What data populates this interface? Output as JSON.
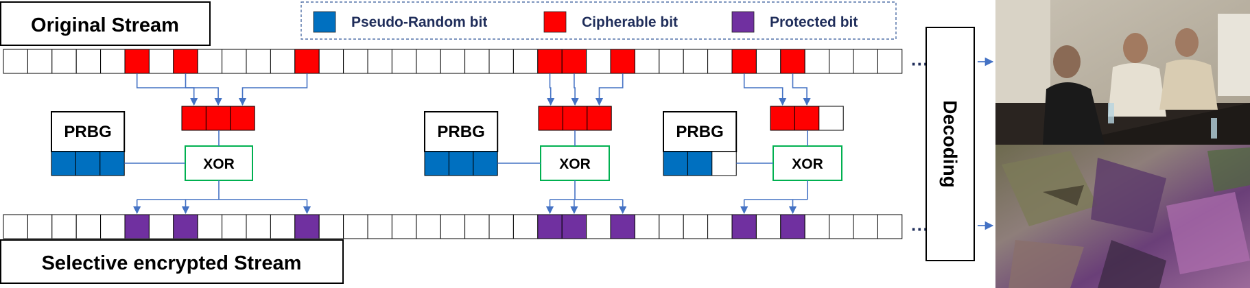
{
  "titles": {
    "original": "Original Stream",
    "encrypted": "Selective encrypted Stream"
  },
  "legend": [
    {
      "label": "Pseudo-Random bit",
      "color": "#0070C0"
    },
    {
      "label": "Cipherable bit",
      "color": "#FF0000"
    },
    {
      "label": "Protected bit",
      "color": "#7030A0"
    }
  ],
  "colors": {
    "stream_stroke": "#000000",
    "arrow": "#4472C4",
    "xor_border": "#00B050",
    "legend_border": "#2F5597",
    "legend_text": "#1F2D5A"
  },
  "stream": {
    "cell_count": 37,
    "cipher_indices": [
      5,
      7,
      12,
      22,
      23,
      25,
      30,
      32
    ],
    "ellipsis": "···"
  },
  "groups": [
    {
      "prbg_label": "PRBG",
      "xor_label": "XOR",
      "prbg_filled": 3,
      "prbg_cells": 3,
      "cipher_filled": 3,
      "cipher_cells": 3,
      "source_indices": [
        5,
        7,
        12
      ]
    },
    {
      "prbg_label": "PRBG",
      "xor_label": "XOR",
      "prbg_filled": 3,
      "prbg_cells": 3,
      "cipher_filled": 3,
      "cipher_cells": 3,
      "source_indices": [
        22,
        23,
        25
      ]
    },
    {
      "prbg_label": "PRBG",
      "xor_label": "XOR",
      "prbg_filled": 2,
      "prbg_cells": 3,
      "cipher_filled": 2,
      "cipher_cells": 3,
      "source_indices": [
        30,
        32
      ]
    }
  ],
  "decoding_label": "Decoding",
  "images": [
    {
      "name": "original-video-frame",
      "alt": "people at conference table"
    },
    {
      "name": "encrypted-video-frame",
      "alt": "scrambled frame"
    }
  ]
}
